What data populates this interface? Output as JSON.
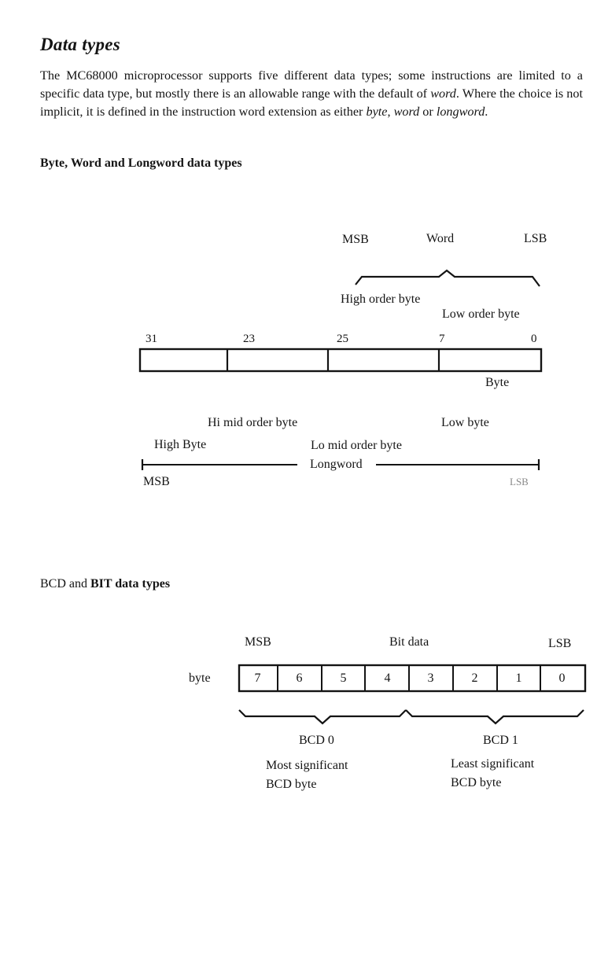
{
  "section": {
    "title": "Data types",
    "intro": {
      "p1": "The MC68000 microprocessor supports five different data types; some instructions are limited to a specific data type, but mostly there is an allowable range with the default of ",
      "word_default": "word",
      "p2": ". Where the choice is not implicit, it is defined in the instruction word extension as either ",
      "byte": "byte",
      "sep": ", ",
      "word": "word",
      "or": " or ",
      "longword": "longword",
      "end": "."
    }
  },
  "fig1": {
    "heading": "Byte, Word and Longword data types",
    "word_msb": "MSB",
    "word_title": "Word",
    "word_lsb": "LSB",
    "high_order_byte": "High order byte",
    "low_order_byte": "Low order byte",
    "bit_numbers": [
      "31",
      "23",
      "25",
      "7",
      "0"
    ],
    "byte_label": "Byte",
    "hi_mid_order_byte": "Hi mid order byte",
    "low_byte": "Low byte",
    "high_byte": "High Byte",
    "lo_mid_order_byte": "Lo mid order byte",
    "longword": "Longword",
    "long_msb": "MSB",
    "long_lsb": "LSB"
  },
  "fig2": {
    "heading_pre": "BCD and ",
    "heading_bold": "BIT data types",
    "msb": "MSB",
    "bit_data": "Bit data",
    "lsb": "LSB",
    "row_label": "byte",
    "bits": [
      "7",
      "6",
      "5",
      "4",
      "3",
      "2",
      "1",
      "0"
    ],
    "bcd0": "BCD 0",
    "bcd1": "BCD 1",
    "most_sig_1": "Most significant",
    "most_sig_2": "BCD byte",
    "least_sig_1": "Least significant",
    "least_sig_2": "BCD byte"
  }
}
